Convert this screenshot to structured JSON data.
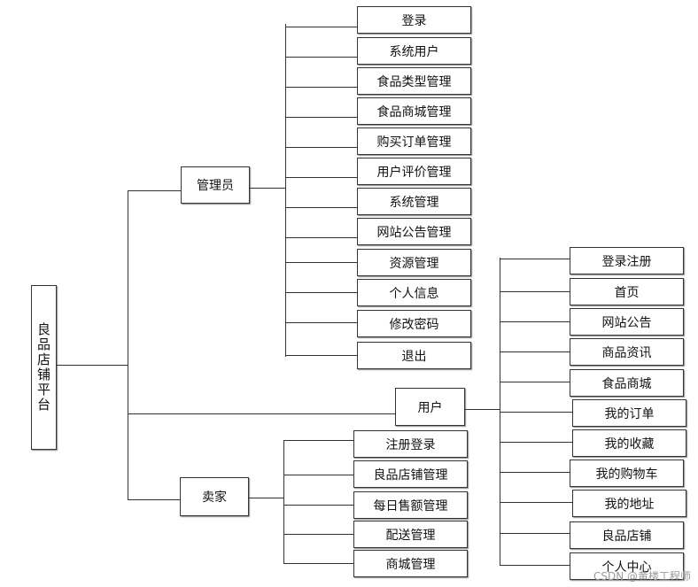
{
  "root": {
    "label": "良品店铺平台"
  },
  "branches": {
    "admin": {
      "label": "管理员",
      "items": [
        "登录",
        "系统用户",
        "食品类型管理",
        "食品商城管理",
        "购买订单管理",
        "用户评价管理",
        "系统管理",
        "网站公告管理",
        "资源管理",
        "个人信息",
        "修改密码",
        "退出"
      ]
    },
    "user": {
      "label": "用户",
      "items": [
        "登录注册",
        "首页",
        "网站公告",
        "商品资讯",
        "食品商城",
        "我的订单",
        "我的收藏",
        "我的购物车",
        "我的地址",
        "良品店铺",
        "个人中心"
      ]
    },
    "seller": {
      "label": "卖家",
      "items": [
        "注册登录",
        "良品店铺管理",
        "每日售额管理",
        "配送管理",
        "商城管理"
      ]
    }
  },
  "watermark": "CSDN @黄楼工程师"
}
